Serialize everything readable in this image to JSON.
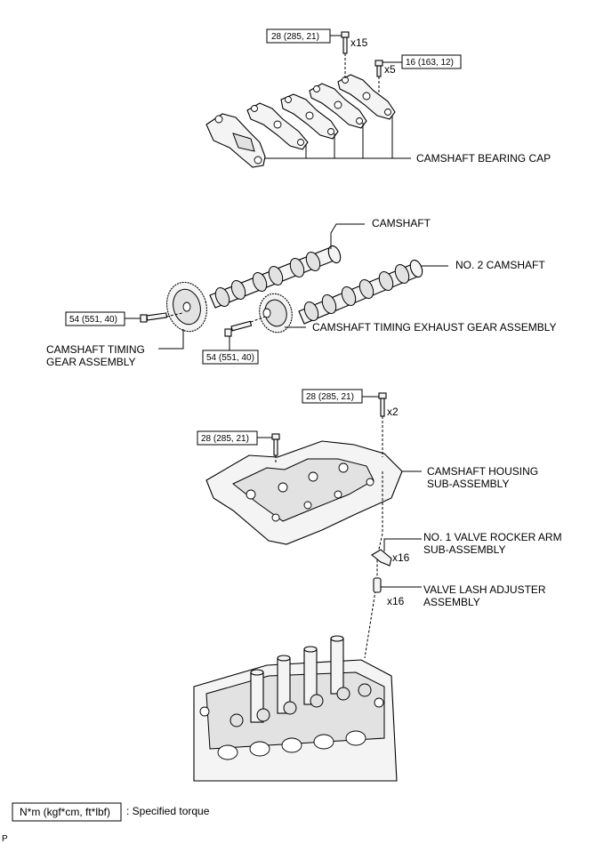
{
  "labels": {
    "camshaft_bearing_cap": "CAMSHAFT BEARING CAP",
    "camshaft": "CAMSHAFT",
    "no2_camshaft": "NO. 2 CAMSHAFT",
    "exhaust_gear": "CAMSHAFT TIMING EXHAUST GEAR ASSEMBLY",
    "timing_gear_line1": "CAMSHAFT TIMING",
    "timing_gear_line2": "GEAR ASSEMBLY",
    "housing_line1": "CAMSHAFT HOUSING",
    "housing_line2": "SUB-ASSEMBLY",
    "rocker_line1": "NO. 1 VALVE ROCKER ARM",
    "rocker_line2": "SUB-ASSEMBLY",
    "lash_line1": "VALVE LASH ADJUSTER",
    "lash_line2": "ASSEMBLY"
  },
  "torque": {
    "cap_bolt_a": "28 (285, 21)",
    "cap_bolt_b": "16 (163, 12)",
    "gear_bolt_intake": "54 (551, 40)",
    "gear_bolt_exhaust": "54 (551, 40)",
    "housing_bolt_a": "28 (285, 21)",
    "housing_bolt_b": "28 (285, 21)"
  },
  "quantities": {
    "cap_bolt_a": "x15",
    "cap_bolt_b": "x5",
    "housing_bolt": "x2",
    "rocker_arm": "x16",
    "lash_adjuster": "x16"
  },
  "legend": {
    "unit": "N*m (kgf*cm, ft*lbf)",
    "description": ": Specified torque"
  },
  "corner_mark": "P"
}
